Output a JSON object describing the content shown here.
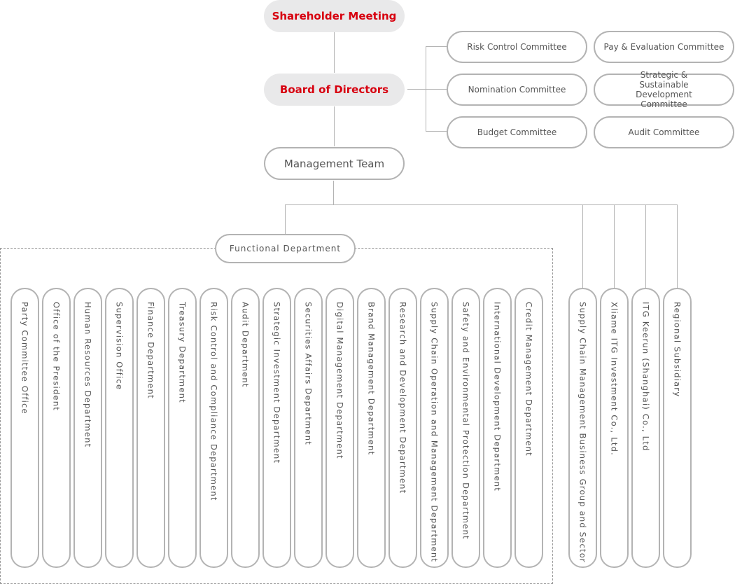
{
  "top": {
    "shareholder_meeting": "Shareholder Meeting",
    "board_of_directors": "Board of Directors",
    "management_team": "Management Team"
  },
  "committees": [
    "Risk Control Committee",
    "Pay & Evaluation Committee",
    "Nomination Committee",
    "Strategic & Sustainable Development Committee",
    "Budget Committee",
    "Audit Committee"
  ],
  "functional_department": {
    "label": "Functional Department",
    "departments": [
      "Party Committee Office",
      "Office of the President",
      "Human Resources Department",
      "Supervision Office",
      "Finance Department",
      "Treasury Department",
      "Risk Control and Compliance Department",
      "Audit Department",
      "Strategic Investment Department",
      "Securities Affairs Department",
      "Digital Management Department",
      "Brand Management Department",
      "Research and Development Department",
      "Supply Chain Operation and Management Department",
      "Safety and Environmental Protection Department",
      "International Development Department",
      "Credit Management Department"
    ]
  },
  "subsidiaries": [
    "Supply Chain Management Business Group and Sector",
    "Xliame ITG Investment Co., Ltd.",
    "ITG Keerun (Shanghai) Co., Ltd",
    "Regional Subsidiary"
  ],
  "colors": {
    "accent": "#d7000f",
    "node_fill": "#e9e9ea",
    "border": "#b3b3b3"
  }
}
